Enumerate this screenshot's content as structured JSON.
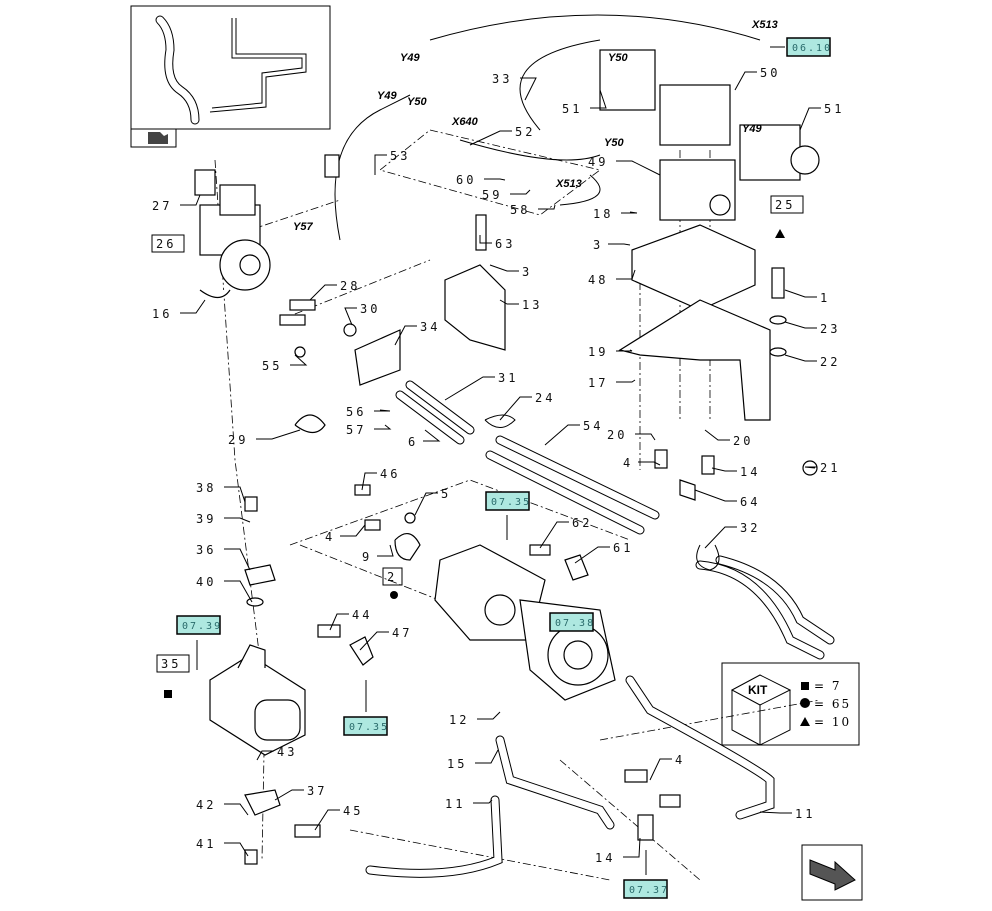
{
  "callouts": [
    "27",
    "26",
    "16",
    "28",
    "30",
    "34",
    "55",
    "31",
    "24",
    "56",
    "57",
    "6",
    "29",
    "54",
    "53",
    "52",
    "33",
    "51",
    "50",
    "51",
    "49",
    "60",
    "59",
    "58",
    "18",
    "25",
    "63",
    "3",
    "3",
    "13",
    "48",
    "1",
    "23",
    "22",
    "19",
    "17",
    "20",
    "20",
    "4",
    "14",
    "21",
    "64",
    "46",
    "5",
    "38",
    "39",
    "4",
    "9",
    "62",
    "61",
    "2",
    "36",
    "40",
    "32",
    "44",
    "47",
    "35",
    "12",
    "15",
    "43",
    "37",
    "42",
    "45",
    "41",
    "11",
    "4",
    "11",
    "14"
  ],
  "boxed_callouts": [
    "26",
    "25",
    "2",
    "35"
  ],
  "connectors": [
    "Y49",
    "Y50",
    "X513",
    "Y49",
    "Y50",
    "X640",
    "Y50",
    "X513",
    "Y57",
    "Y49"
  ],
  "page_refs": [
    "06.10",
    "07.35",
    "07.38",
    "07.39",
    "07.35",
    "07.37"
  ],
  "kit": {
    "title": "KIT",
    "rows": [
      {
        "symbol": "square",
        "value": "7"
      },
      {
        "symbol": "circle",
        "value": "65"
      },
      {
        "symbol": "triangle",
        "value": "10"
      }
    ]
  },
  "colors": {
    "page_ref_fill": "#aee8e0",
    "line": "#000000"
  },
  "icons": [
    "inset-view-icon",
    "next-page-arrow-icon"
  ]
}
